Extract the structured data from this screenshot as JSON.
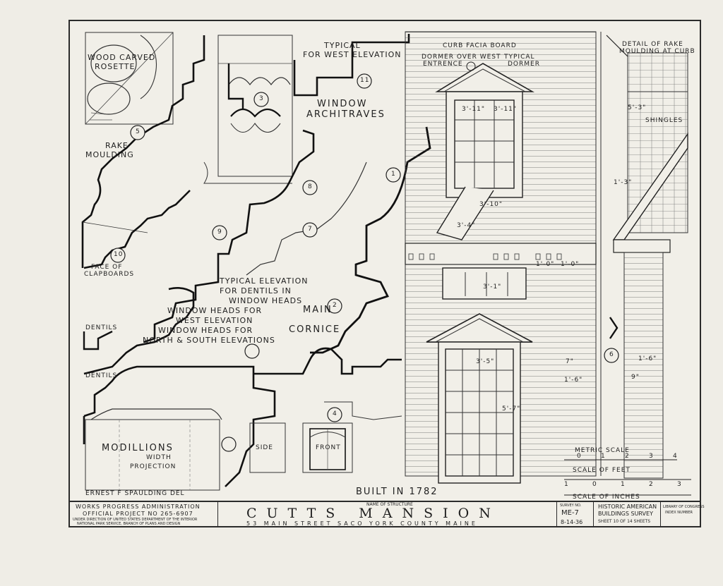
{
  "labels": {
    "rosette": [
      "WOOD CARVED",
      "ROSETTE"
    ],
    "rake": [
      "RAKE",
      "MOULDING"
    ],
    "typical_west": [
      "TYPICAL",
      "FOR WEST ELEVATION"
    ],
    "window_arch": [
      "WINDOW",
      "ARCHITRAVES"
    ],
    "curb": "CURB FACIA BOARD",
    "dormer_west": [
      "DORMER OVER WEST",
      "ENTRENCE"
    ],
    "typ_dormer": [
      "TYPICAL",
      "DORMER"
    ],
    "detail_rake": [
      "DETAIL OF RAKE",
      "MOULDING AT CURB"
    ],
    "shingles": "SHINGLES",
    "face_clap": [
      "FACE OF",
      "CLAPBOARDS"
    ],
    "typ_elev": [
      "TYPICAL ELEVATION",
      "FOR DENTILS IN",
      "WINDOW HEADS"
    ],
    "win_heads": [
      "WINDOW HEADS FOR",
      "WEST ELEVATION",
      "WINDOW HEADS FOR",
      "NORTH & SOUTH ELEVATIONS"
    ],
    "main_cornice": [
      "MAIN",
      "CORNICE"
    ],
    "dentils": "DENTILS",
    "modillions": "MODILLIONS",
    "width": "WIDTH",
    "projection": "PROJECTION",
    "side": "SIDE",
    "front": "FRONT",
    "built": "BUILT IN 1782",
    "delineator": "ERNEST F SPAULDING DEL",
    "metric_scale": "METRIC SCALE",
    "metric_ticks": [
      "0",
      "1",
      "2",
      "3",
      "4"
    ],
    "scale_feet": "SCALE OF FEET",
    "feet_ticks": [
      "1",
      "0",
      "1",
      "2",
      "3"
    ],
    "scale_inches": "SCALE OF INCHES",
    "dims": [
      "1'-0\"",
      "1'-0\"",
      "3'-1\"",
      "3'-5\"",
      "5'-7\"",
      "1'-6\"",
      "1'-6\"",
      "7\"",
      "9\"",
      "1'-3\"",
      "5'-3\"",
      "3'-11\"",
      "3'-11\"",
      "3'-10\"",
      "3'-4\""
    ],
    "callouts": [
      "1",
      "2",
      "3",
      "4",
      "5",
      "6",
      "7",
      "8",
      "9",
      "10",
      "11"
    ]
  },
  "title_block": {
    "wpa": "WORKS PROGRESS ADMINISTRATION",
    "project": "OFFICIAL PROJECT NO 265-6907",
    "under": "UNDER DIRECTION OF UNITED STATES DEPARTMENT OF THE INTERIOR",
    "nps": "NATIONAL PARK SERVICE, BRANCH OF PLANS AND DESIGN",
    "name_label": "NAME OF STRUCTURE",
    "title": "CUTTS MANSION",
    "address": "53 MAIN STREET SACO YORK COUNTY MAINE",
    "survey_label": "SURVEY NO.",
    "survey_no": "ME-7",
    "date": "8-14-36",
    "habs1": "HISTORIC AMERICAN",
    "habs2": "BUILDINGS SURVEY",
    "sheet": "SHEET 10 OF 14 SHEETS",
    "library1": "LIBRARY OF CONGRESS",
    "library2": "INDEX NUMBER"
  }
}
